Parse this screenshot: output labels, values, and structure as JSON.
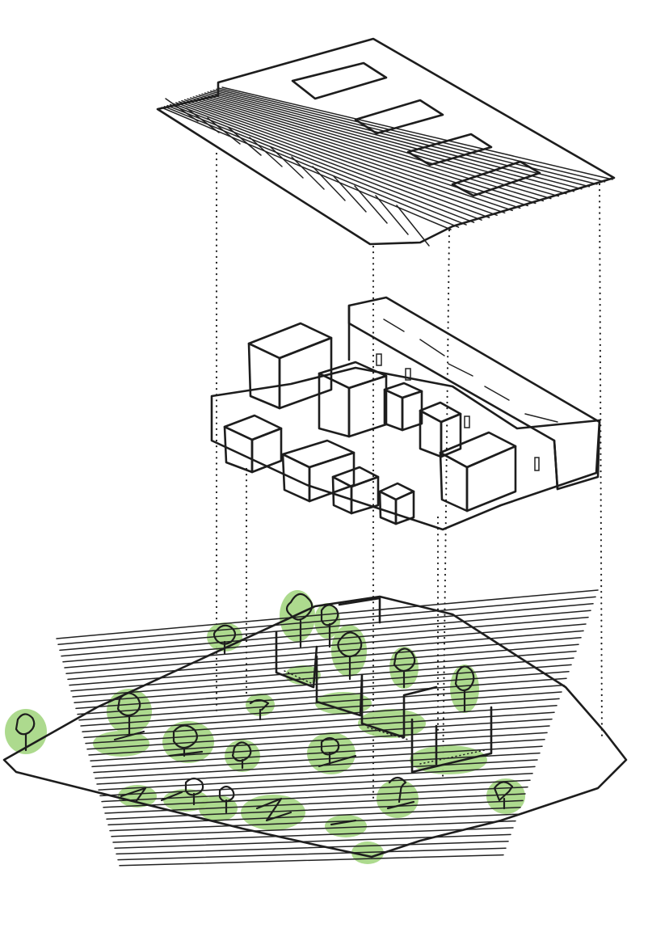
{
  "diagram": {
    "layers": [
      {
        "id": "roof",
        "kind": "roof-canopy-with-skylights",
        "skylights": 4
      },
      {
        "id": "buildings",
        "kind": "building-volumes",
        "volumes": 11
      },
      {
        "id": "ground",
        "kind": "landscape-plane-with-trees"
      }
    ],
    "colors": {
      "ink": "#1d1d1d",
      "vegetation": "#a6d784",
      "paper": "#ffffff"
    }
  }
}
